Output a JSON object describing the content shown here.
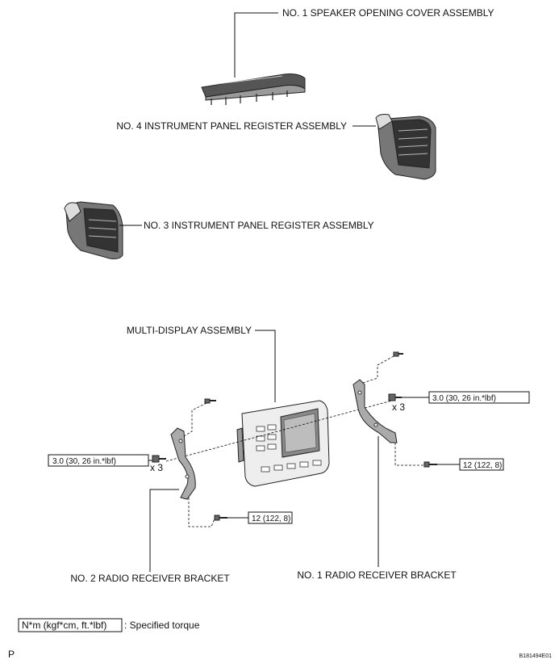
{
  "labels": {
    "speaker_cover": "NO. 1 SPEAKER OPENING COVER ASSEMBLY",
    "register_no4": "NO. 4 INSTRUMENT PANEL REGISTER ASSEMBLY",
    "register_no3": "NO. 3 INSTRUMENT PANEL REGISTER ASSEMBLY",
    "multi_display": "MULTI-DISPLAY ASSEMBLY",
    "bracket_no2": "NO. 2 RADIO RECEIVER BRACKET",
    "bracket_no1": "NO. 1 RADIO RECEIVER BRACKET"
  },
  "torque": {
    "left_upper": "3.0 (30, 26 in.*lbf)",
    "right_upper": "3.0 (30, 26 in.*lbf)",
    "left_lower": "12 (122, 8)",
    "right_lower": "12 (122, 8)",
    "qty_left": "x 3",
    "qty_right": "x 3"
  },
  "legend": {
    "unit_box": "N*m (kgf*cm, ft.*lbf)",
    "description": ": Specified torque"
  },
  "footer": {
    "corner_letter": "P",
    "figure_code": "B181494E01"
  }
}
